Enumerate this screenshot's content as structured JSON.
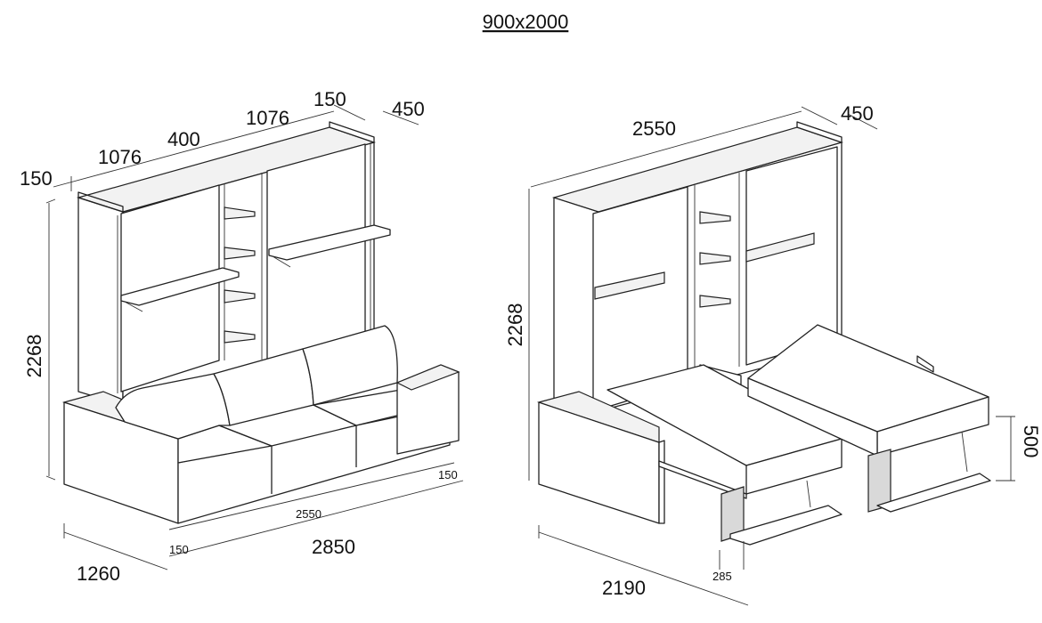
{
  "title": "900x2000",
  "left_view": {
    "labels": {
      "w_150_left": "150",
      "w_1076_left": "1076",
      "w_400": "400",
      "w_1076_right": "1076",
      "w_150_right": "150",
      "depth_450": "450",
      "height_2268": "2268",
      "sofa_2550": "2550",
      "sofa_150_right": "150",
      "sofa_150_left": "150",
      "total_2850": "2850",
      "depth_1260": "1260"
    }
  },
  "right_view": {
    "labels": {
      "width_2550": "2550",
      "depth_450": "450",
      "height_2268": "2268",
      "bed_height_500": "500",
      "leg_285": "285",
      "depth_2190": "2190"
    }
  }
}
